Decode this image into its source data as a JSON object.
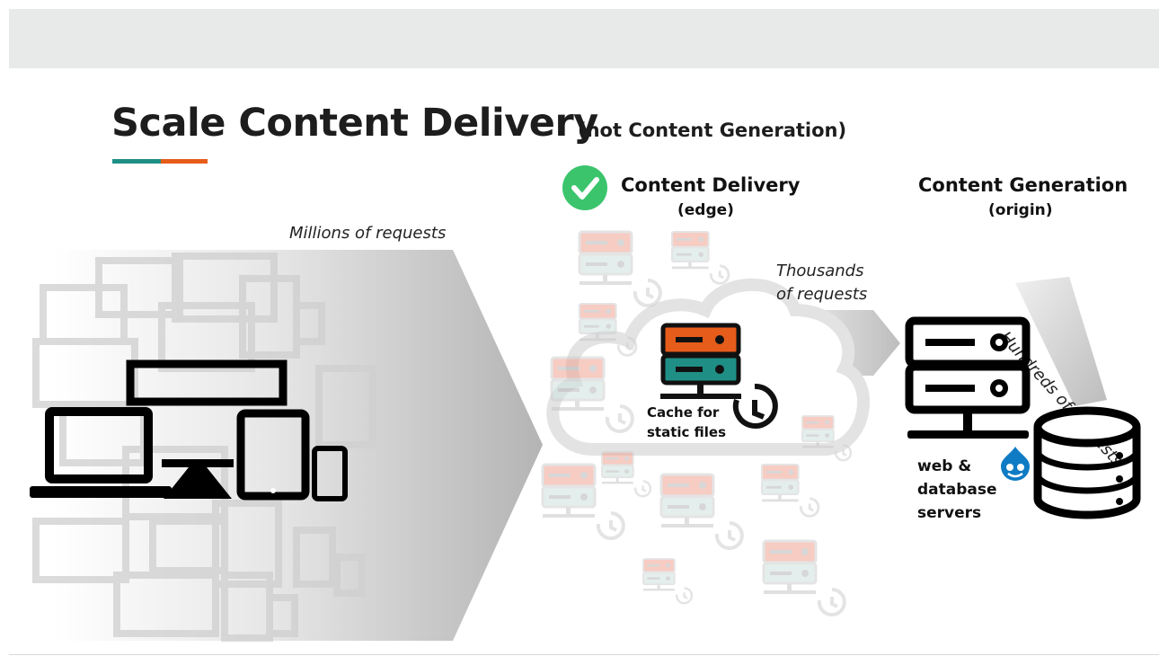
{
  "slide": {
    "title": "Scale Content Delivery",
    "subtitle": "(not Content Generation)"
  },
  "delivery": {
    "heading": "Content Delivery",
    "subheading": "(edge)",
    "cache_line1": "Cache for",
    "cache_line2": "static files"
  },
  "generation": {
    "heading": "Content Generation",
    "subheading": "(origin)",
    "servers_line1": "web &",
    "servers_line2": "database",
    "servers_line3": "servers"
  },
  "flows": {
    "millions": "Millions of requests",
    "thousands_line1": "Thousands",
    "thousands_line2": "of requests",
    "hundreds": "Hundreds of requests"
  },
  "icons": [
    "checkmark-icon",
    "laptop-icon",
    "monitor-icon",
    "tablet-icon",
    "phone-icon",
    "server-icon",
    "clock-icon",
    "cloud-icon",
    "database-icon",
    "drupal-logo-icon"
  ],
  "colors": {
    "teal": "#1f8f86",
    "orange": "#e65c1a",
    "check_green": "#3bc46c",
    "drupal_blue": "#0f7bc4"
  }
}
